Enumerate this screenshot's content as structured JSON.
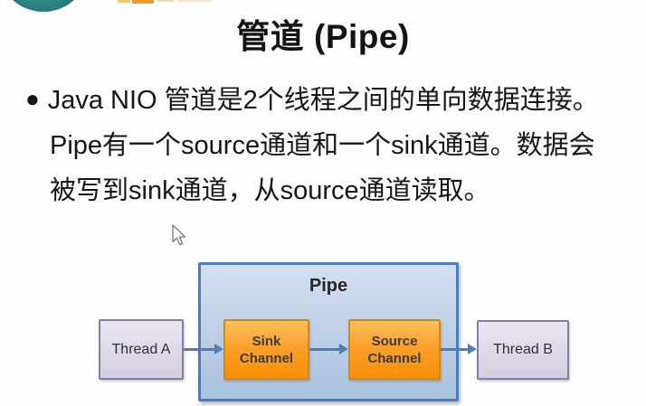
{
  "slide": {
    "title": "管道 (Pipe)",
    "bullet": {
      "marker": "●",
      "lines": [
        "Java NIO 管道是2个线程之间的单向数据连接。",
        "Pipe有一个source通道和一个sink通道。数据会",
        "被写到sink通道，从source通道读取。"
      ]
    }
  },
  "diagram": {
    "pipe_label": "Pipe",
    "thread_a_label": "Thread A",
    "thread_b_label": "Thread B",
    "sink_channel": {
      "line1": "Sink",
      "line2": "Channel"
    },
    "source_channel": {
      "line1": "Source",
      "line2": "Channel"
    }
  },
  "icons": {
    "logo": "teal-circle-logo-cropped",
    "logo_text": "orange-logo-text-remnant",
    "cursor": "mouse-pointer"
  },
  "colors": {
    "background": "#fdfdfd",
    "text": "#161616",
    "pipe_border": "#4d7ebf",
    "pipe_fill_top": "#d2dfef",
    "pipe_fill_bottom": "#aac2de",
    "channel_fill_top": "#fdc060",
    "channel_fill_bottom": "#f78f07",
    "channel_border": "#db860f",
    "thread_fill": "#e4dfec",
    "thread_border": "#877ca3",
    "arrow": "#4d7ebf",
    "logo_teal": "#2f8784",
    "logo_orange": "#f2992e"
  }
}
